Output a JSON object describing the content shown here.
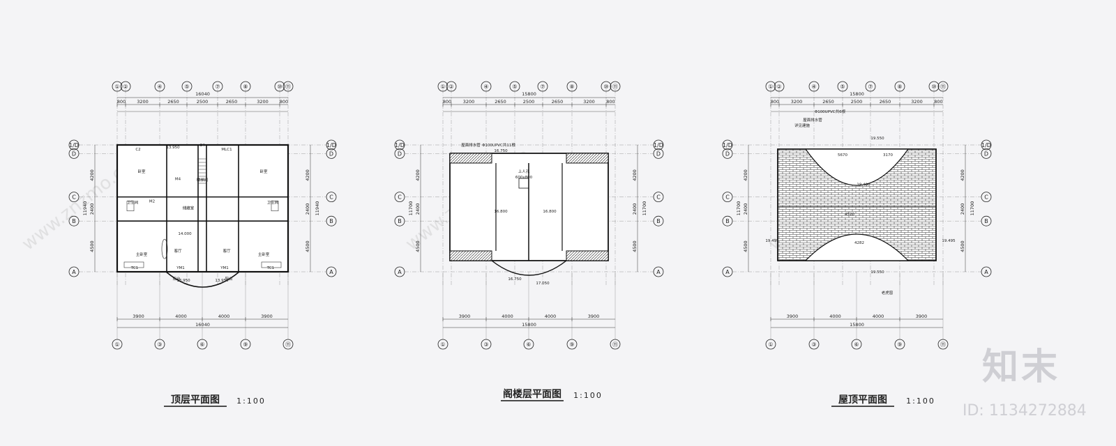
{
  "plans": [
    {
      "title": "顶层平面图",
      "scale": "1:100",
      "top_axes": [
        "①",
        "②",
        "④",
        "⑤",
        "⑦",
        "⑧",
        "⑩",
        "⑪"
      ],
      "bottom_axes": [
        "①",
        "③",
        "⑥",
        "⑨",
        "⑪"
      ],
      "side_axes": [
        "1/D",
        "D",
        "C",
        "B",
        "A"
      ],
      "total_width": "16040",
      "top_dims": [
        "800",
        "3200",
        "2650",
        "2500",
        "2650",
        "3200",
        "800"
      ],
      "bottom_dims": [
        "3900",
        "4000",
        "4000",
        "3900"
      ],
      "side_dims": [
        "4200",
        "2400",
        "4500"
      ],
      "side_total": "11940",
      "room_labels": [
        "卧室",
        "卧室",
        "卫生间",
        "卫生间",
        "主卧室",
        "主卧室",
        "客厅",
        "客厅",
        "阳台",
        "阳台",
        "楼梯间",
        "储藏室"
      ],
      "elevations": [
        "13.950",
        "14.000",
        "13.950",
        "13.950"
      ],
      "door_labels": [
        "C2",
        "C4",
        "MLC1",
        "M4",
        "M2",
        "TC1",
        "YM1",
        "YM1",
        "TC1"
      ]
    },
    {
      "title": "阁楼层平面图",
      "scale": "1:100",
      "top_axes": [
        "①",
        "②",
        "④",
        "⑤",
        "⑦",
        "⑧",
        "⑩",
        "⑪"
      ],
      "bottom_axes": [
        "①",
        "③",
        "⑥",
        "⑨",
        "⑪"
      ],
      "side_axes": [
        "1/D",
        "D",
        "C",
        "B",
        "A"
      ],
      "total_width": "15800",
      "top_dims": [
        "800",
        "3200",
        "2650",
        "2500",
        "2650",
        "3200",
        "800"
      ],
      "bottom_dims": [
        "3900",
        "4000",
        "4000",
        "3900"
      ],
      "side_dims": [
        "4200",
        "2400",
        "4500"
      ],
      "side_total": "11700",
      "room_labels": [
        "上人孔",
        "600x800"
      ],
      "elevations": [
        "16.750",
        "16.800",
        "16.800",
        "16.750",
        "17.050"
      ],
      "notes": [
        "屋面排水管",
        "Φ100UPVC共11根"
      ]
    },
    {
      "title": "屋顶平面图",
      "scale": "1:100",
      "top_axes": [
        "①",
        "②",
        "④",
        "⑤",
        "⑦",
        "⑧",
        "⑩",
        "⑪"
      ],
      "bottom_axes": [
        "①",
        "③",
        "⑥",
        "⑨",
        "⑪"
      ],
      "side_axes": [
        "1/D",
        "D",
        "C",
        "B",
        "A"
      ],
      "total_width": "15800",
      "top_dims": [
        "800",
        "3200",
        "2650",
        "2500",
        "2650",
        "3200",
        "800"
      ],
      "bottom_dims": [
        "3900",
        "4000",
        "4000",
        "3900"
      ],
      "side_dims": [
        "4200",
        "2400",
        "4500"
      ],
      "side_total": "11700",
      "elevations": [
        "19.550",
        "19.400",
        "19.495",
        "19.495",
        "19.550"
      ],
      "notes": [
        "屋面排水管",
        "Φ100UPVC共6根",
        "详见建施",
        "老虎窗"
      ],
      "dims_inner": [
        "5670",
        "3170",
        "4520",
        "4282"
      ]
    }
  ],
  "watermark": {
    "logo_text": "知末",
    "id_text": "ID: 1134272884",
    "diagonal_text": "www.znzmo.com"
  }
}
